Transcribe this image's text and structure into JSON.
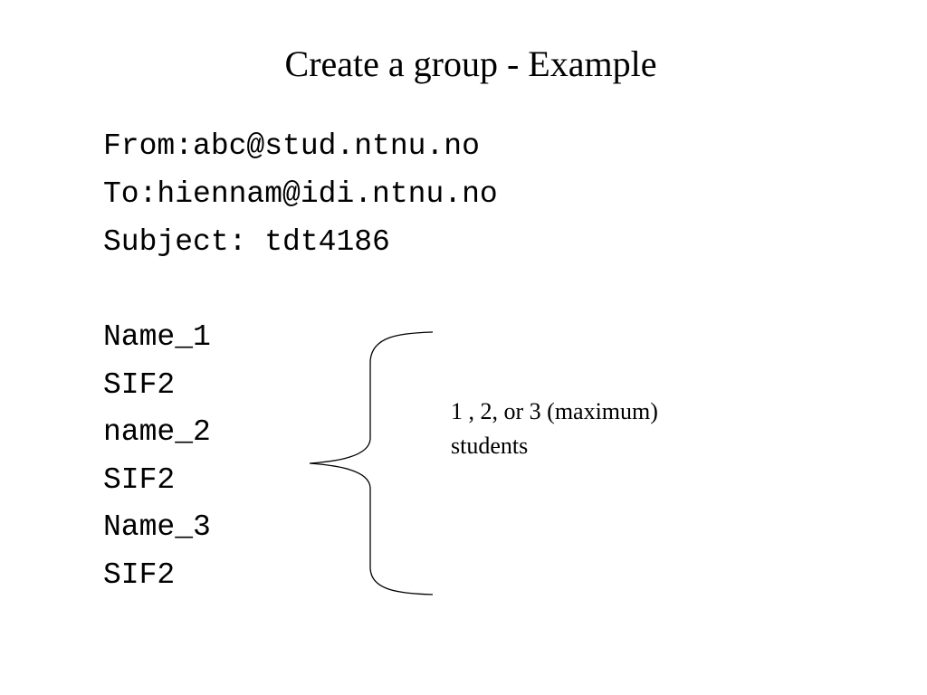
{
  "slide": {
    "title": "Create a group - Example",
    "email_lines": [
      "From:abc@stud.ntnu.no",
      "To:hiennam@idi.ntnu.no",
      "Subject: tdt4186"
    ],
    "member_lines": [
      "Name_1",
      "SIF2",
      "name_2",
      "SIF2",
      "Name_3",
      "SIF2"
    ],
    "note": {
      "line1": "1 , 2, or 3 (maximum)",
      "line2": "students"
    }
  }
}
